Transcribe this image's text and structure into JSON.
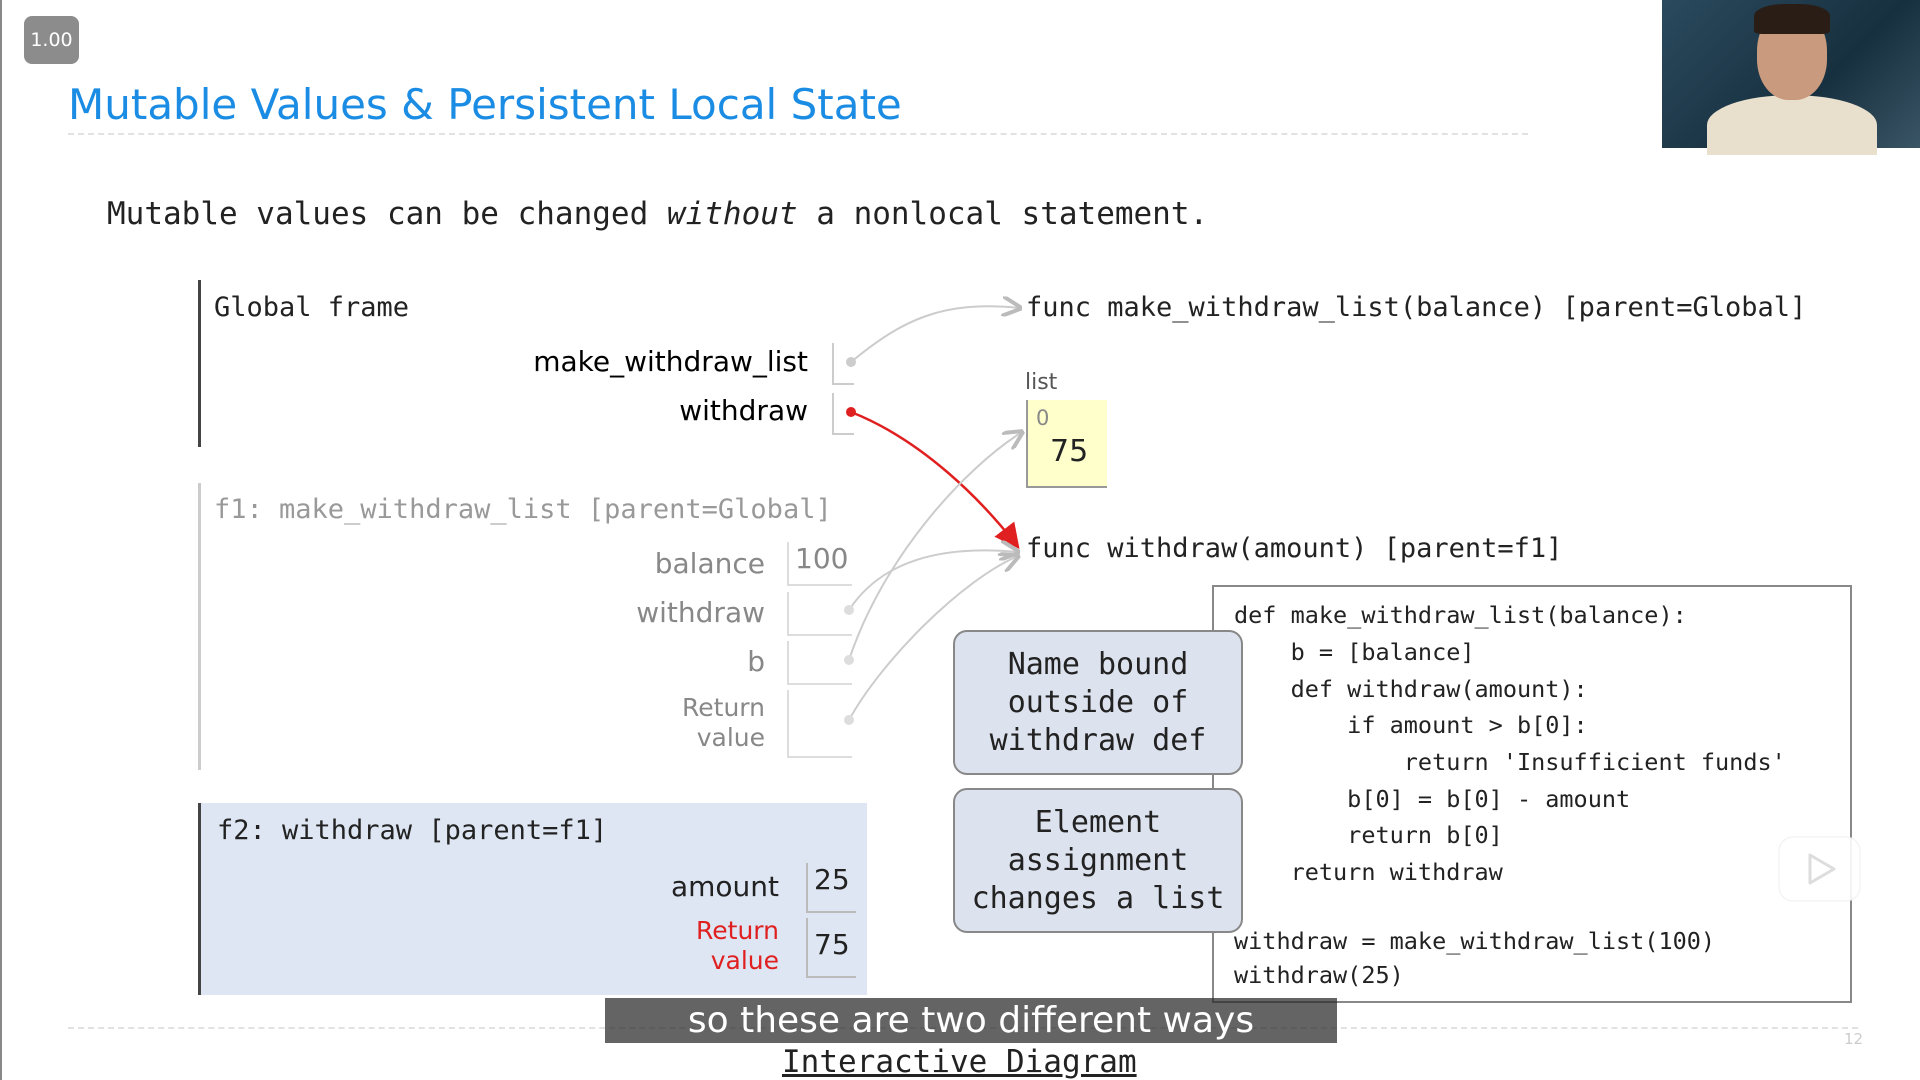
{
  "player": {
    "speed": "1.00"
  },
  "slide": {
    "title": "Mutable Values & Persistent Local State",
    "subtitle_pre": "Mutable values can be changed ",
    "subtitle_em": "without",
    "subtitle_post": " a nonlocal statement.",
    "page_number": "12",
    "link": "Interactive Diagram"
  },
  "global_frame": {
    "title": "Global frame",
    "bindings": [
      {
        "name": "make_withdraw_list"
      },
      {
        "name": "withdraw"
      }
    ]
  },
  "f1": {
    "title": "f1: make_withdraw_list [parent=Global]",
    "bindings": [
      {
        "name": "balance",
        "value": "100"
      },
      {
        "name": "withdraw"
      },
      {
        "name": "b"
      }
    ],
    "return_label_1": "Return",
    "return_label_2": "value"
  },
  "f2": {
    "title": "f2: withdraw [parent=f1]",
    "amount_label": "amount",
    "amount_value": "25",
    "return_label_1": "Return",
    "return_label_2": "value",
    "return_value": "75"
  },
  "objects": {
    "func1": "func make_withdraw_list(balance) [parent=Global]",
    "func2": "func withdraw(amount) [parent=f1]",
    "list_label": "list",
    "list_index": "0",
    "list_value": "75"
  },
  "code": [
    "def make_withdraw_list(balance):",
    "    b = [balance]",
    "    def withdraw(amount):",
    "        if amount > b[0]:",
    "            return 'Insufficient funds'",
    "        b[0] = b[0] - amount",
    "        return b[0]",
    "    return withdraw",
    "",
    "withdraw = make_withdraw_list(100)",
    "withdraw(25)"
  ],
  "callouts": [
    {
      "l1": "Name bound",
      "l2": "outside of",
      "l3": "withdraw def"
    },
    {
      "l1": "Element",
      "l2": "assignment",
      "l3": "changes a list"
    }
  ],
  "caption": "so these are two different ways",
  "colors": {
    "title": "#1b8ce3",
    "red": "#e02020",
    "frame_bg": "#dde6f2",
    "list_bg": "#ffffcc"
  }
}
